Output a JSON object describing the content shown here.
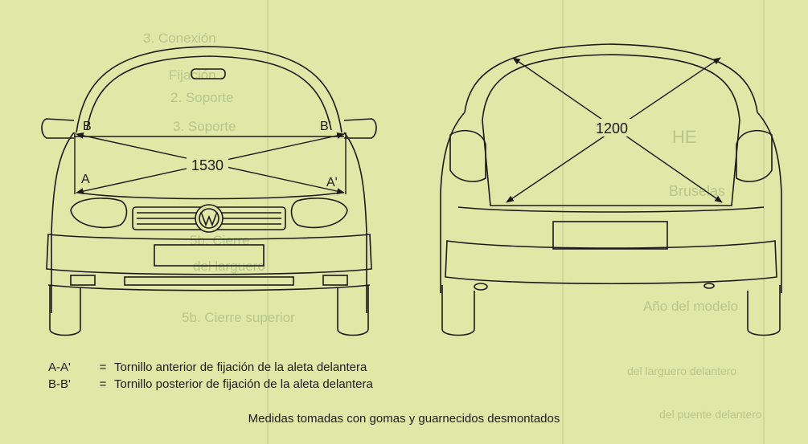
{
  "diagram": {
    "front_view": {
      "dimension": "1530",
      "label_top_left": "B",
      "label_top_right": "B'",
      "label_bottom_left": "A",
      "label_bottom_right": "A'"
    },
    "rear_view": {
      "dimension": "1200"
    }
  },
  "legend": [
    {
      "key": "A-A'",
      "sep": "=",
      "text": "Tornillo anterior de fijación de la aleta delantera"
    },
    {
      "key": "B-B'",
      "sep": "=",
      "text": "Tornillo posterior de fijación de la aleta delantera"
    }
  ],
  "caption": "Medidas tomadas con gomas y guarnecidos desmontados",
  "colors": {
    "background": "#dfe8a6",
    "line": "#1a1a1a",
    "bleed_text": "#b9c68a"
  }
}
